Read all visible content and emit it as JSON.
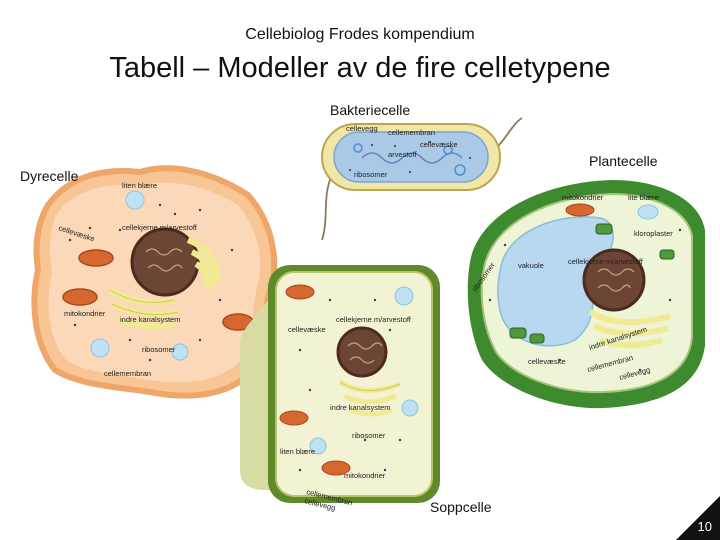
{
  "header": {
    "subtitle": "Cellebiolog Frodes kompendium",
    "title": "Tabell – Modeller av de fire celletypene"
  },
  "cells": {
    "bakterie": {
      "name": "Bakteriecelle",
      "labels": [
        "cellevegg",
        "cellemembran",
        "cellevæske",
        "arvestoff",
        "ribosomer"
      ]
    },
    "plante": {
      "name": "Plantecelle",
      "labels": [
        "mitokondrier",
        "lite blære",
        "kloroplaster",
        "vakuole",
        "cellekjerne m/arvestoff",
        "ribosomer",
        "indre kanalsystem",
        "cellevæske",
        "cellemembran",
        "cellevegg"
      ]
    },
    "dyr": {
      "name": "Dyrecelle",
      "labels": [
        "liten blære",
        "cellevæske",
        "cellekjerne m/arvestoff",
        "mitokondrier",
        "indre kanalsystem",
        "ribosomer",
        "cellemembran"
      ]
    },
    "sopp": {
      "name": "Soppcelle",
      "labels": [
        "cellekjerne m/arvestoff",
        "cellevæske",
        "indre kanalsystem",
        "ribosomer",
        "liten blære",
        "mitokondrier",
        "cellemembran",
        "cellevegg"
      ]
    }
  },
  "footer": {
    "page_number": "10"
  }
}
